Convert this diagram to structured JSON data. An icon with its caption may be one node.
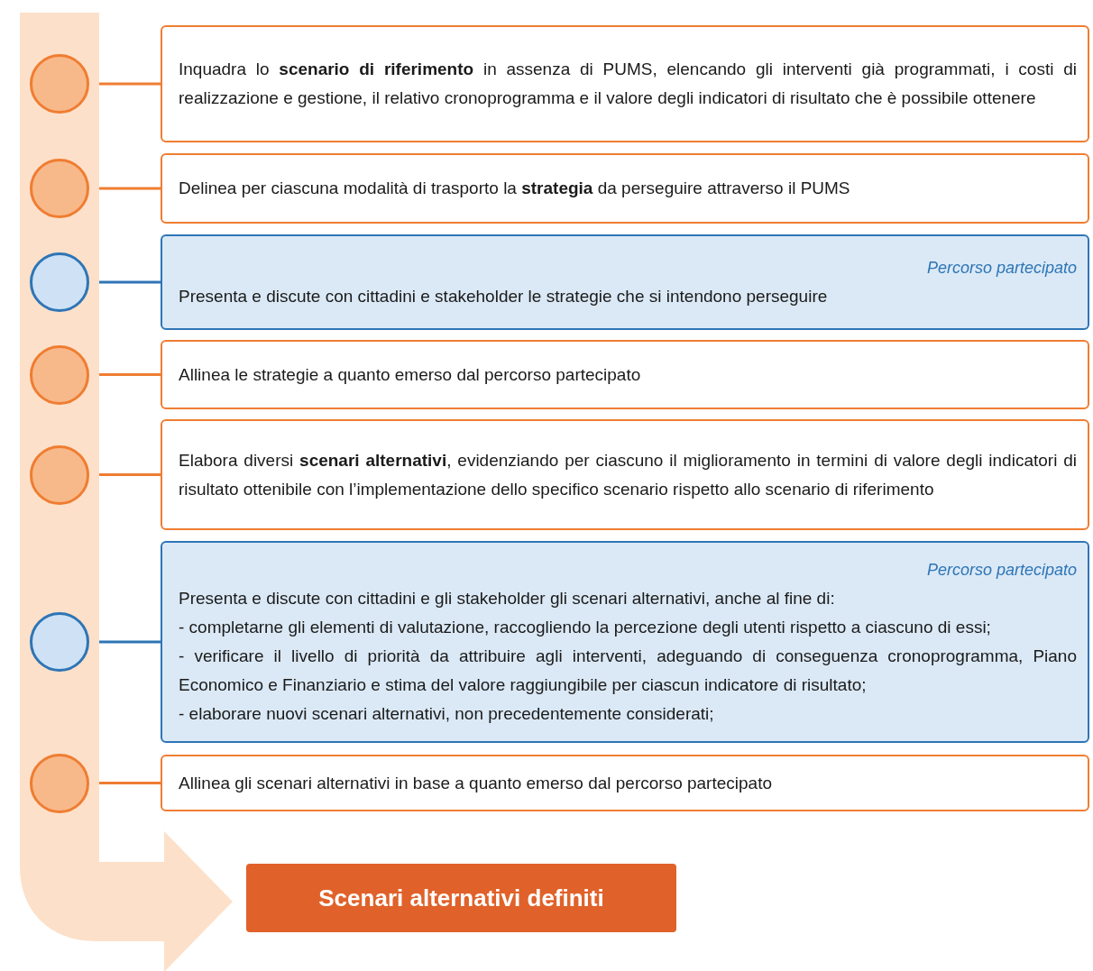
{
  "diagram": {
    "nodes": [
      {
        "text": [],
        "shape": "circle"
      },
      {
        "text": [
          "Inquadra lo **scenario di riferimento** in assenza di PUMS, elencando gli interventi già programmati, i costi di realizzazione e gestione, il relativo cronoprogramma e il valore degli indicatori di risultato che è possibile ottenere"
        ]
      },
      {
        "text": [],
        "shape": "circle"
      },
      {
        "text": [
          "Delinea per ciascuna modalità di trasporto la **strategia** da perseguire attraverso il PUMS"
        ]
      },
      {
        "text": [],
        "shape": "circle"
      },
      {
        "text": [
          "Percorso partecipato",
          "Presenta e discute con cittadini e stakeholder le strategie che si intendono perseguire"
        ]
      },
      {
        "text": [],
        "shape": "circle"
      },
      {
        "text": [
          "Allinea le strategie a quanto emerso dal percorso partecipato"
        ]
      },
      {
        "text": [],
        "shape": "circle"
      },
      {
        "text": [
          "Elabora diversi **scenari alternativi**, evidenziando per ciascuno il miglioramento in termini di valore degli indicatori di risultato ottenibile con l’implementazione dello specifico scenario rispetto allo scenario di riferimento"
        ]
      },
      {
        "text": [],
        "shape": "circle"
      },
      {
        "text": [
          "Percorso partecipato",
          "Presenta e discute con cittadini e gli stakeholder gli scenari alternativi, anche al fine di:",
          "- completarne gli elementi di valutazione, raccogliendo la percezione degli utenti rispetto a ciascuno di essi;",
          "- verificare il livello di priorità da attribuire agli interventi, adeguando di conseguenza cronoprogramma, Piano Economico e Finanziario e stima del valore raggiungibile per ciascun indicatore di risultato;",
          "- elaborare nuovi scenari alternativi, non precedentemente considerati;"
        ]
      },
      {
        "text": [],
        "shape": "circle"
      },
      {
        "text": [
          "Allinea gli scenari alternativi in base a quanto emerso dal percorso partecipato"
        ]
      },
      {
        "text": [
          "Scenari alternativi definiti"
        ]
      }
    ],
    "edges": [
      {
        "from": 0,
        "to": 1,
        "arrow": "none"
      },
      {
        "from": 2,
        "to": 3,
        "arrow": "none"
      },
      {
        "from": 4,
        "to": 5,
        "arrow": "none",
        "color": "#2e75b6"
      },
      {
        "from": 6,
        "to": 7,
        "arrow": "none"
      },
      {
        "from": 8,
        "to": 9,
        "arrow": "none"
      },
      {
        "from": 10,
        "to": 11,
        "arrow": "none",
        "color": "#2e75b6"
      },
      {
        "from": 12,
        "to": 13,
        "arrow": "none"
      },
      {
        "from": null,
        "to": 14,
        "arrow": "to",
        "style": "thick",
        "color": "#fde0c9"
      }
    ]
  }
}
